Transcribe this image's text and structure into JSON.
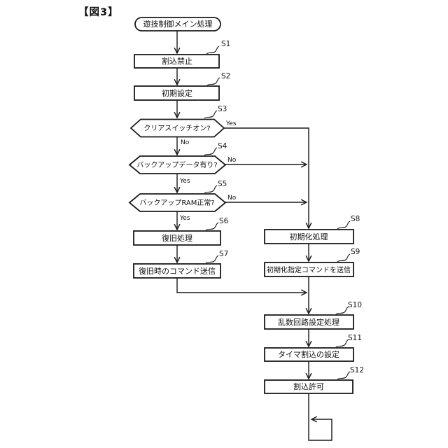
{
  "figure_label": "【図3】",
  "flowchart": {
    "start": {
      "label": "遊技制御メイン処理"
    },
    "labels": {
      "yes": "Yes",
      "no": "No"
    },
    "steps": [
      {
        "id": "S1",
        "type": "process",
        "label": "割込禁止"
      },
      {
        "id": "S2",
        "type": "process",
        "label": "初期設定"
      },
      {
        "id": "S3",
        "type": "decision",
        "label": "クリアスイッチオン?"
      },
      {
        "id": "S4",
        "type": "decision",
        "label": "バックアップデータ有り?"
      },
      {
        "id": "S5",
        "type": "decision",
        "label": "バックアップRAM正常?"
      },
      {
        "id": "S6",
        "type": "process",
        "label": "復旧処理"
      },
      {
        "id": "S7",
        "type": "process",
        "label": "復旧時のコマンド送信"
      },
      {
        "id": "S8",
        "type": "process",
        "label": "初期化処理"
      },
      {
        "id": "S9",
        "type": "process",
        "label": "初期化指定コマンドを送信"
      },
      {
        "id": "S10",
        "type": "process",
        "label": "乱数回路設定処理"
      },
      {
        "id": "S11",
        "type": "process",
        "label": "タイマ割込の設定"
      },
      {
        "id": "S12",
        "type": "process",
        "label": "割込許可"
      }
    ],
    "connections": [
      {
        "from": "start",
        "to": "S1"
      },
      {
        "from": "S1",
        "to": "S2"
      },
      {
        "from": "S2",
        "to": "S3"
      },
      {
        "from": "S3",
        "to": "S4",
        "label": "No"
      },
      {
        "from": "S3",
        "to": "S8",
        "label": "Yes"
      },
      {
        "from": "S4",
        "to": "S5",
        "label": "Yes"
      },
      {
        "from": "S4",
        "to": "S8",
        "label": "No"
      },
      {
        "from": "S5",
        "to": "S6",
        "label": "Yes"
      },
      {
        "from": "S5",
        "to": "S8",
        "label": "No"
      },
      {
        "from": "S6",
        "to": "S7"
      },
      {
        "from": "S7",
        "to": "S10"
      },
      {
        "from": "S8",
        "to": "S9"
      },
      {
        "from": "S9",
        "to": "S10"
      },
      {
        "from": "S10",
        "to": "S11"
      },
      {
        "from": "S11",
        "to": "S12"
      },
      {
        "from": "S12",
        "to": "S12",
        "label": "loop"
      }
    ]
  }
}
